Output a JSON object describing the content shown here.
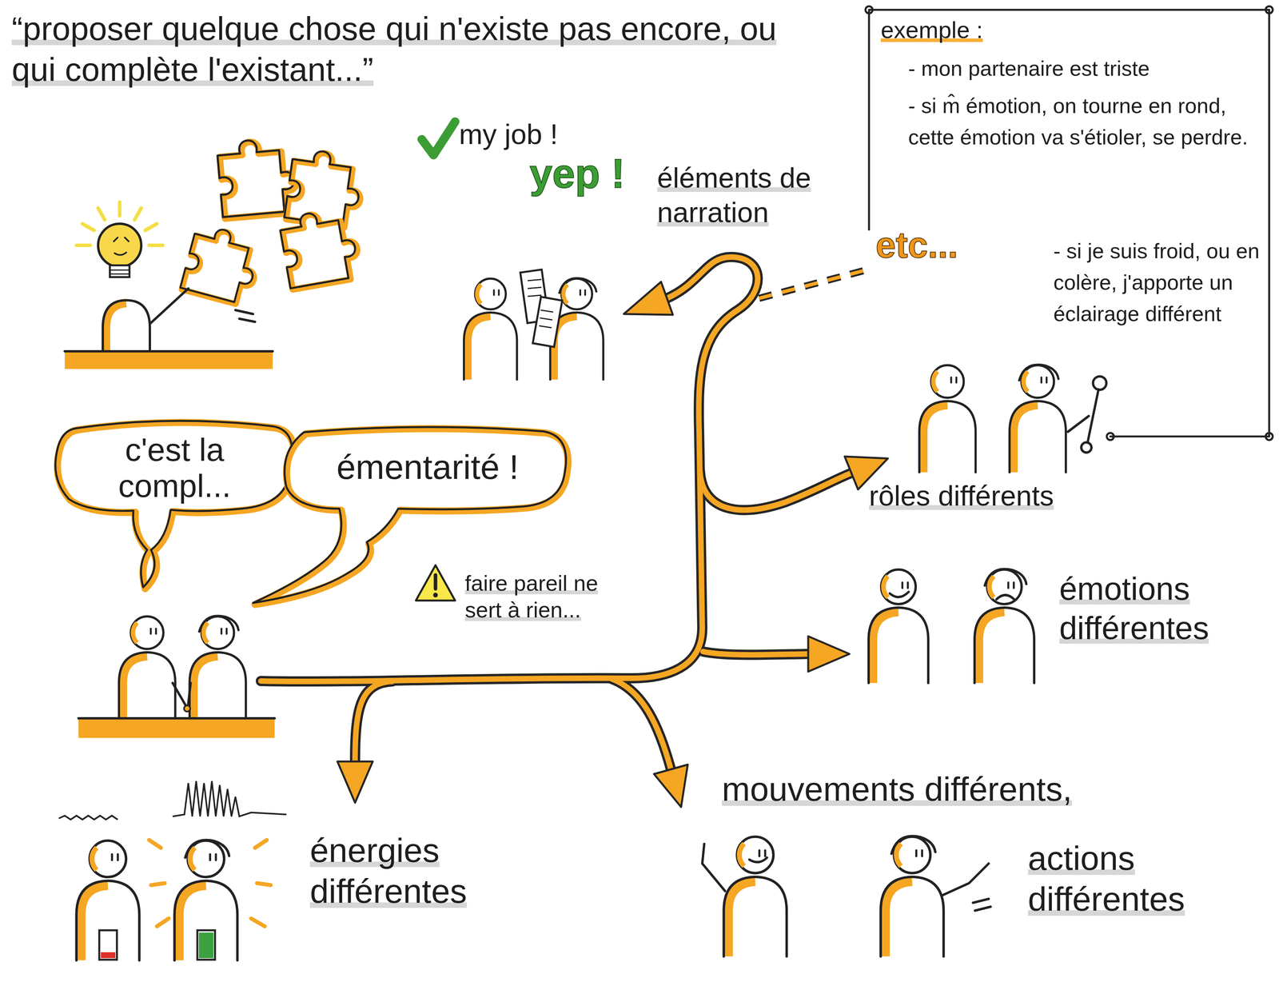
{
  "diagram": {
    "title": "“proposer quelque chose qui n'existe pas encore, ou qui complète l'existant...”",
    "nodes": [
      {
        "text": [
          "exemple :",
          "- mon partenaire est triste",
          "- si m̂ émotion, on tourne en rond, cette émotion va s'étioler, se perdre.",
          "- si je suis froid, ou en colère, j'apporte un éclairage différent"
        ]
      },
      {
        "text": [
          "c'est la compl..."
        ]
      },
      {
        "text": [
          "émentarité !"
        ]
      }
    ],
    "labels": [
      "my job !",
      "yep !",
      "éléments de narration",
      "etc...",
      "rôles différents",
      "émotions différentes",
      "faire pareil ne sert à rien...",
      "énergies différentes",
      "mouvements différents,",
      "actions différentes"
    ]
  }
}
